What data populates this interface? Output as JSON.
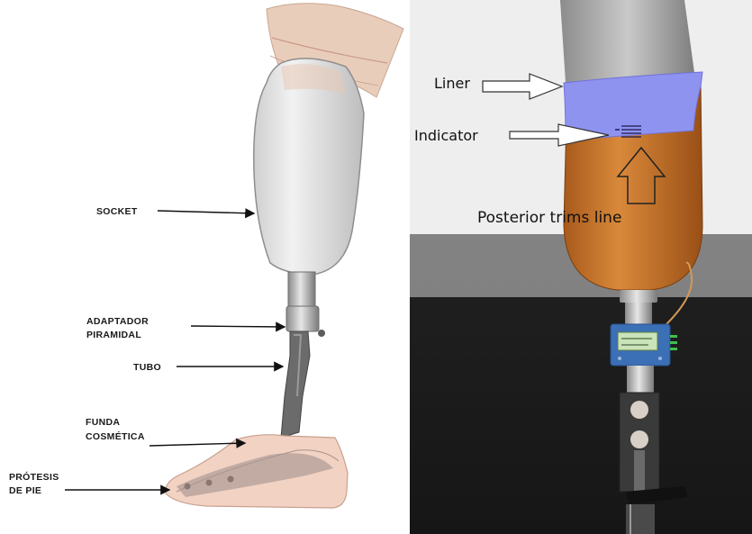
{
  "left_panel": {
    "labels": {
      "socket": "SOCKET",
      "adaptador_line1": "ADAPTADOR",
      "adaptador_line2": "PIRAMIDAL",
      "tubo": "TUBO",
      "funda_line1": "FUNDA",
      "funda_line2": "COSMÉTICA",
      "protesis_line1": "PRÓTESIS",
      "protesis_line2": "DE PIE"
    }
  },
  "right_panel": {
    "labels": {
      "liner": "Liner",
      "indicator": "Indicator",
      "posterior": "Posterior trims line"
    },
    "colors": {
      "background": "#222222",
      "socket": "#c8792e",
      "liner": "#8f93f0",
      "sensor_box": "#3b6fb6"
    }
  }
}
